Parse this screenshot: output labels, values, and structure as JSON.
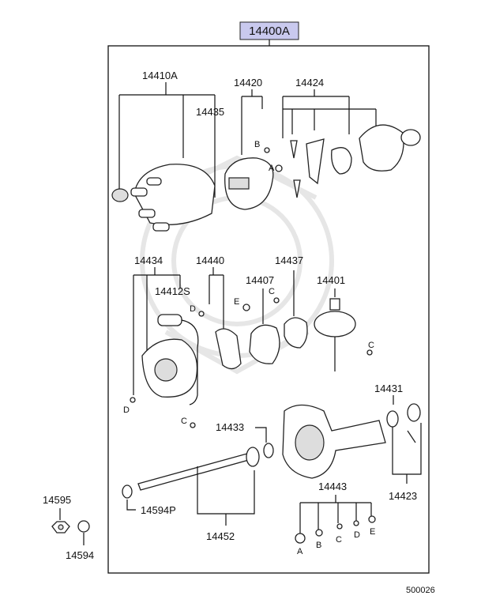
{
  "main_part": {
    "number": "14400A",
    "highlight": "#c9c9ee"
  },
  "labels": {
    "p14410A": "14410A",
    "p14420": "14420",
    "p14424": "14424",
    "p14435": "14435",
    "p14434": "14434",
    "p14440": "14440",
    "p14437": "14437",
    "p14412S": "14412S",
    "p14407": "14407",
    "p14401": "14401",
    "p14431": "14431",
    "p14433": "14433",
    "p14443": "14443",
    "p14423": "14423",
    "p14595": "14595",
    "p14594P": "14594P",
    "p14452": "14452",
    "p14594": "14594"
  },
  "letters": {
    "a": "A",
    "b": "B",
    "c": "C",
    "d": "D",
    "e": "E"
  },
  "diagram_code": "500026"
}
